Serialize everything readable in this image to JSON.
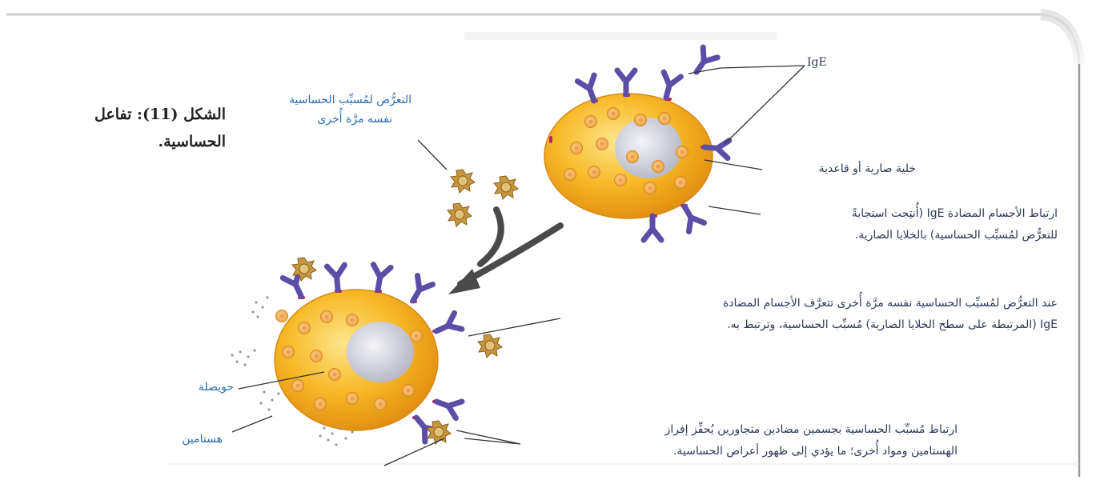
{
  "figure": {
    "caption_line1": "الشكل (11): تفاعل",
    "caption_line2": "الحساسية."
  },
  "labels": {
    "ige": "IgE",
    "allergen_exposure_line1": "التعرُّض لمُسبِّب الحساسية",
    "allergen_exposure_line2": "نفسه مرَّة أُخرى",
    "mast_cell": "خلية صارية أو قاعدية",
    "binding_line1": "ارتباط الأجسام المضادة IgE (أُنتِجت استجابةً",
    "binding_line2": "للتعرُّض لمُسبِّب الحساسية) بالخلايا الصارية.",
    "recognition_line1": "عند التعرُّض لمُسبِّب الحساسية نفسه مرَّة أُخرى تتعرَّف الأجسام المضادة",
    "recognition_line2": "IgE (المرتبطة على سطح الخلايا الصارية) مُسبِّب الحساسية، وترتبط به.",
    "vesicle": "حويصلة",
    "histamine": "هستامين",
    "release_line1": "ارتباط مُسبِّب الحساسية بجسمين مضادين متجاورين يُحفِّز إفراز",
    "release_line2": "الهستامين ومواد أُخرى؛ ما يؤدي إلى ظهور أعراض الحساسية."
  },
  "colors": {
    "cell_fill": "#f6b825",
    "cell_edge": "#e08d12",
    "nucleus": "#c9cad6",
    "antibody": "#5a4ea6",
    "receptor": "#c0245a",
    "allergen": "#c7963e",
    "label_blue": "#2a6db5",
    "label_dark": "#2b3a55"
  }
}
